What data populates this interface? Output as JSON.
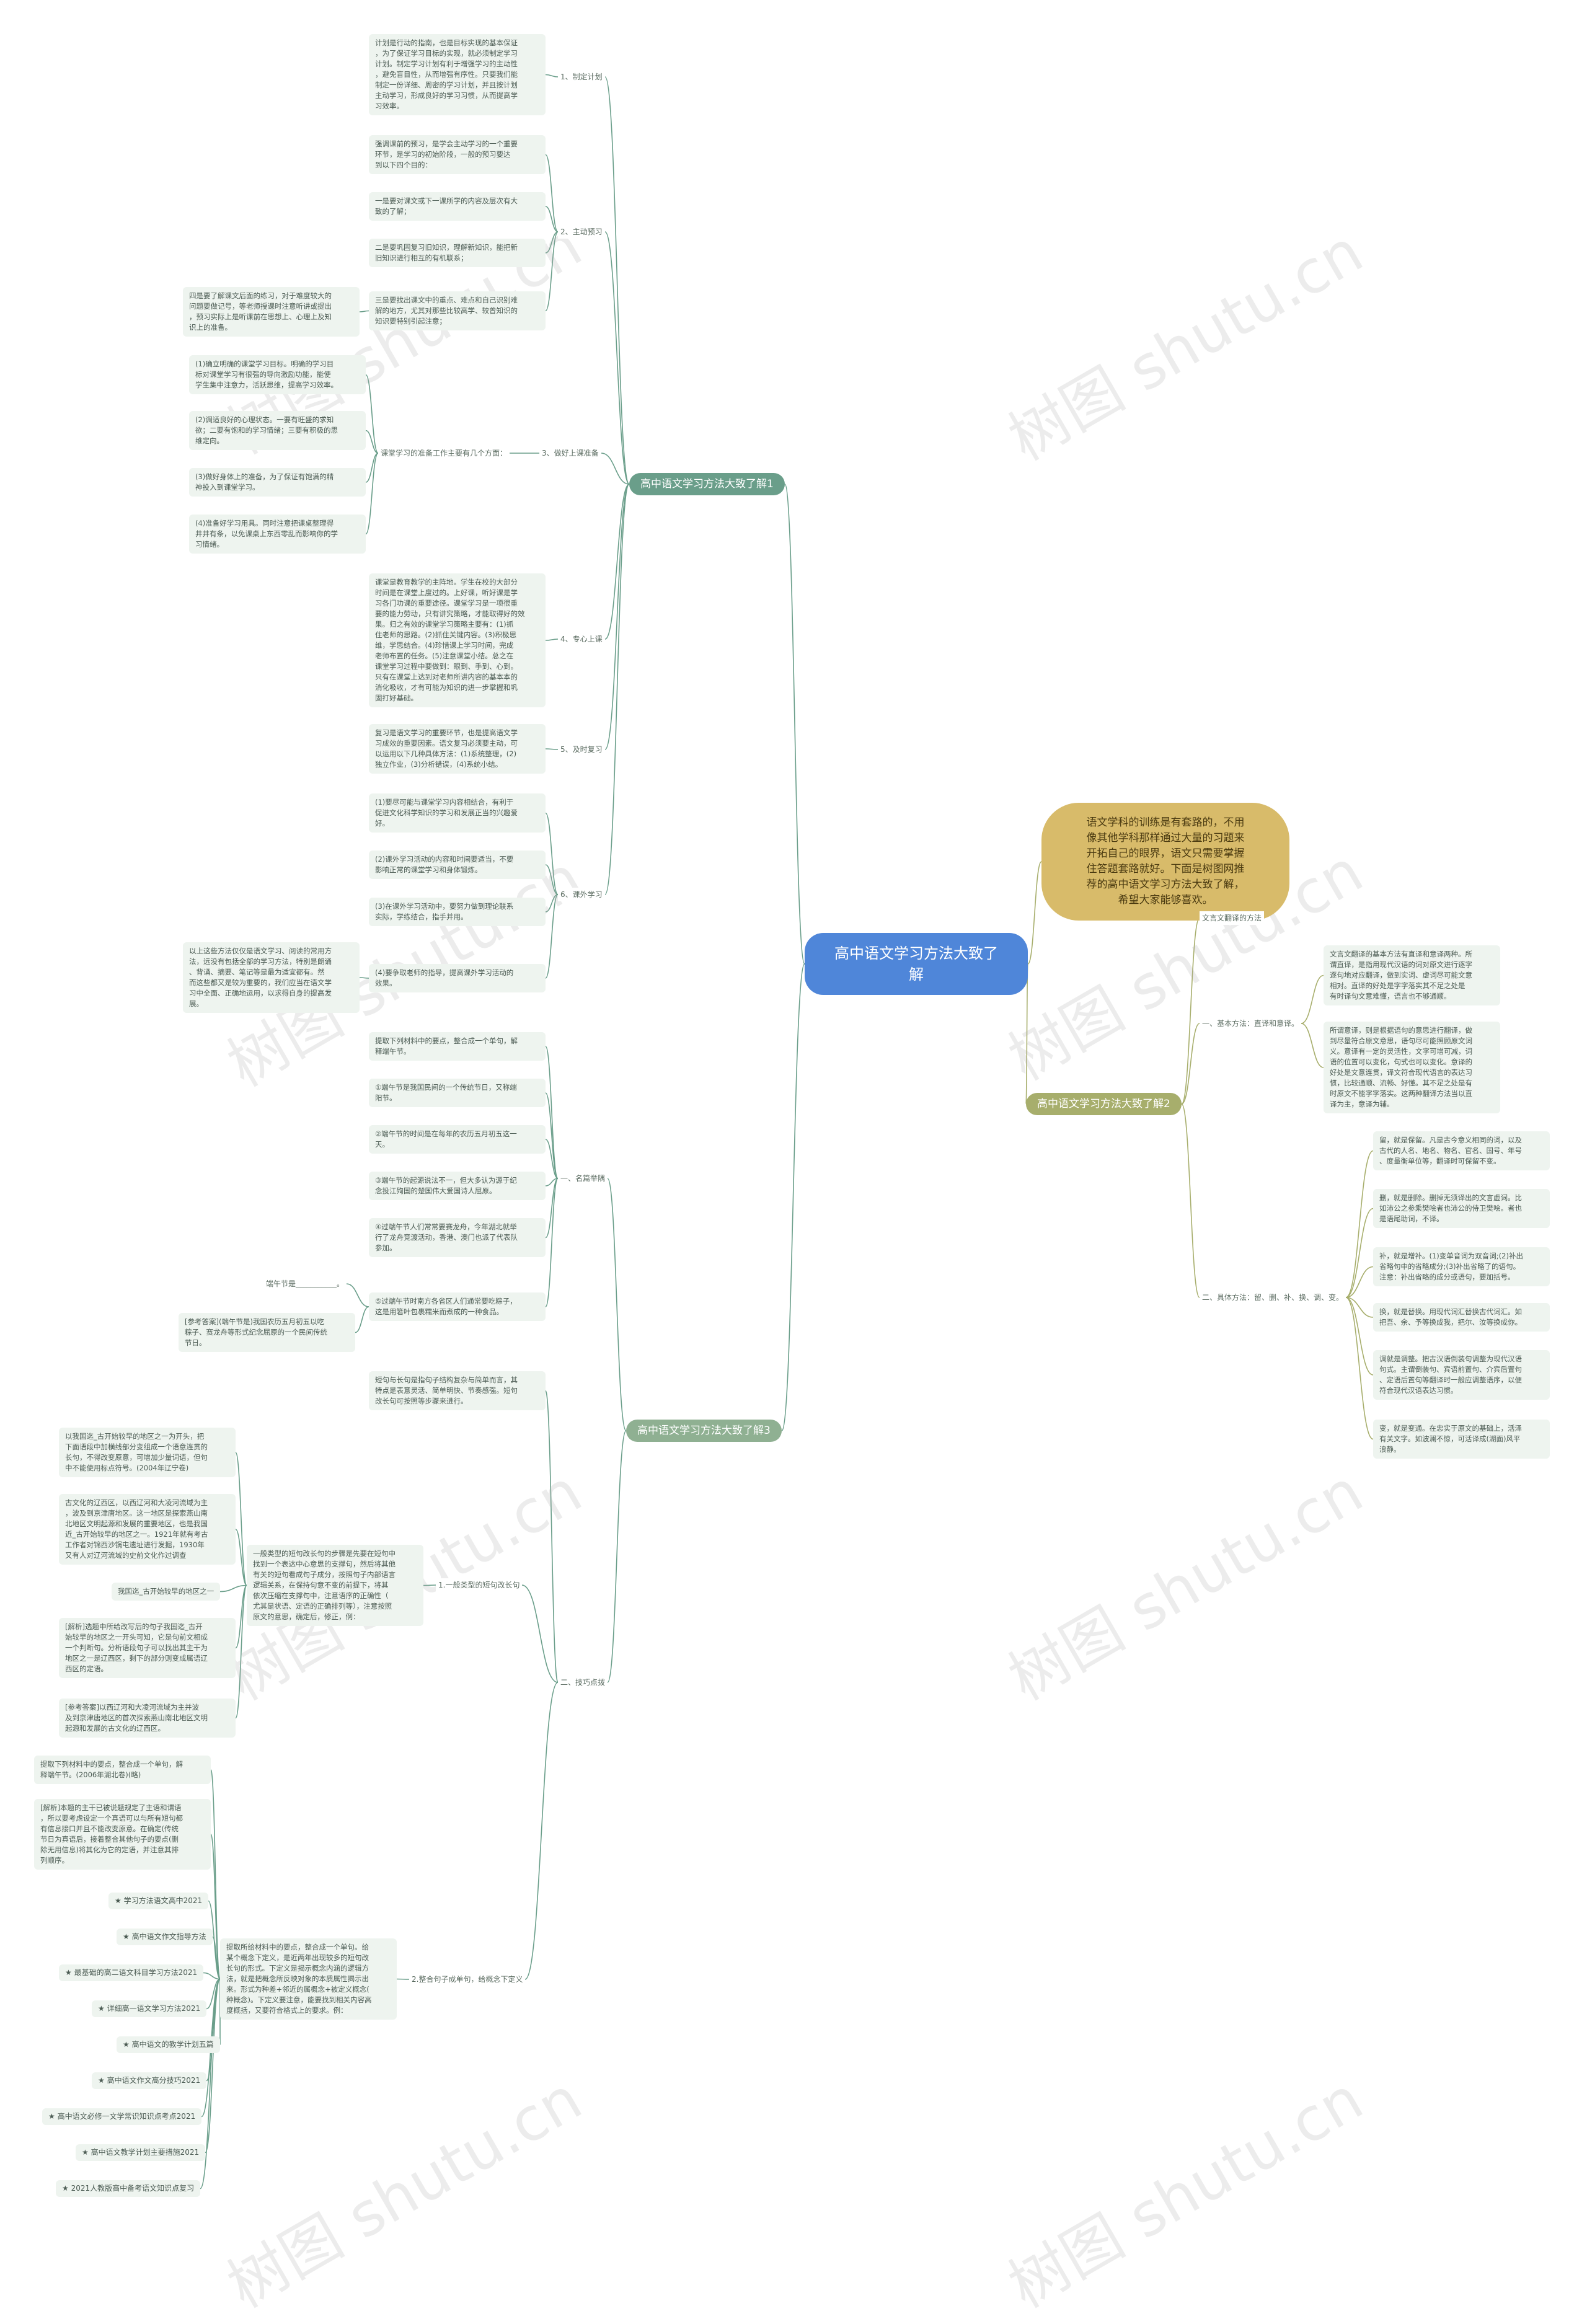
{
  "root": "高中语文学习方法大致了\n解",
  "intro": "语文学科的训练是有套路的，不用\n像其他学科那样通过大量的习题来\n开拓自己的眼界，语文只需要掌握\n住答题套路就好。下面是树图网推\n荐的高中语文学习方法大致了解，\n希望大家能够喜欢。",
  "b1": {
    "label": "高中语文学习方法大致了解1",
    "s1": {
      "label": "1、制定计划",
      "text": "计划是行动的指南，也是目标实现的基本保证\n，为了保证学习目标的实现，就必须制定学习\n计划。制定学习计划有利于增强学习的主动性\n，避免盲目性，从而增强有序性。只要我们能\n制定一份详细、周密的学习计划，并且按计划\n主动学习，形成良好的学习习惯，从而提高学\n习效率。"
    },
    "s2": {
      "label": "2、主动预习",
      "items": [
        "强调课前的预习，是学会主动学习的一个重要\n环节，是学习的初始阶段，一般的预习要达\n到以下四个目的：",
        "一是要对课文或下一课所学的内容及层次有大\n致的了解；",
        "二是要巩固复习旧知识，理解新知识，能把新\n旧知识进行相互的有机联系；",
        "三是要找出课文中的重点、难点和自己识别难\n解的地方，尤其对那些比较高学、较曾知识的\n知识要特别引起注意；"
      ],
      "extra": "四是要了解课文后面的练习，对于难度较大的\n问题要做记号，等老师授课时注意听讲或提出\n，预习实际上是听课前在思想上、心理上及知\n识上的准备。"
    },
    "s3": {
      "label": "3、做好上课准备",
      "mid": "课堂学习的准备工作主要有几个方面：",
      "items": [
        "(1)确立明确的课堂学习目标。明确的学习目\n标对课堂学习有很强的导向激励功能，能使\n学生集中注意力，活跃思维，提高学习效率。",
        "(2)调适良好的心理状态。一要有旺盛的求知\n欲；二要有饱和的学习情绪；三要有积极的思\n维定向。",
        "(3)做好身体上的准备，为了保证有饱满的精\n神投入到课堂学习。",
        "(4)准备好学习用具。同时注意把课桌整理得\n井井有条，以免课桌上东西零乱而影响你的学\n习情绪。"
      ]
    },
    "s4": {
      "label": "4、专心上课",
      "text": "课堂是教育教学的主阵地。学生在校的大部分\n时间是在课堂上度过的。上好课，听好课是学\n习各门功课的重要途径。课堂学习是一项很重\n要的能力劳动，只有讲究策略，才能取得好的效\n果。归之有效的课堂学习策略主要有：(1)抓\n住老师的思路。(2)抓住关键内容。(3)积极思\n维，学思结合。(4)珍惜课上学习时间，完成\n老师布置的任务。(5)注意课堂小结。总之在\n课堂学习过程中要做到：眼到、手到、心到。\n只有在课堂上达到对老师所讲内容的基本本的\n消化吸收，才有可能为知识的进一步掌握和巩\n固打好基础。"
    },
    "s5": {
      "label": "5、及时复习",
      "text": "复习是语文学习的重要环节，也是提高语文学\n习成效的重要因素。语文复习必须要主动，可\n以运用以下几种具体方法：(1)系统整理，(2)\n独立作业，(3)分析错误，(4)系统小结。"
    },
    "s6": {
      "label": "6、课外学习",
      "items": [
        "(1)要尽可能与课堂学习内容相结合，有利于\n促进文化科学知识的学习和发展正当的兴趣爱\n好。",
        "(2)课外学习活动的内容和时间要适当，不要\n影响正常的课堂学习和身体锻炼。",
        "(3)在课外学习活动中，要努力做到理论联系\n实际，学练结合，指手并用。",
        "(4)要争取老师的指导，提高课外学习活动的\n效果。"
      ],
      "extra": "以上这些方法仅仅是语文学习、阅读的常用方\n法，远没有包括全部的学习方法，特别是朗诵\n、背诵、摘要、笔记等是最为适宜都有。然\n而这些都又是较为重要的，我们应当在语文学\n习中全面、正确地运用，以求得自身的提高发\n展。"
    }
  },
  "b2": {
    "label": "高中语文学习方法大致了解2",
    "top": "文言文翻译的方法",
    "g1": {
      "label": "一、基本方法：直译和意译。",
      "items": [
        "文言文翻译的基本方法有直译和意译两种。所\n谓直译，是指用现代汉语的词对原文进行逐字\n逐句地对应翻译，做到实词、虚词尽可能文意\n相对。直译的好处是字字落实其不足之处是\n有时译句文意难懂，语言也不够通顺。",
        "所谓意译，则是根据语句的意思进行翻译，做\n到尽量符合原文意思，语句尽可能照顾原文词\n义。意译有一定的灵活性，文字可增可减，词\n语的位置可以变化，句式也可以变化。意译的\n好处是文意连贯，译文符合现代语言的表达习\n惯，比较通顺、流畅、好懂。其不足之处是有\n时原文不能字字落实。这两种翻译方法当以直\n译为主，意译为辅。"
      ]
    },
    "g2": {
      "label": "二、具体方法：留、删、补、换、调、变。",
      "items": [
        "留，就是保留。凡是古今意义相同的词，以及\n古代的人名、地名、物名、官名、国号、年号\n、度量衡单位等，翻译时可保留不变。",
        "删，就是删除。删掉无须译出的文言虚词。比\n如沛公之参乘樊哙者也沛公的侍卫樊哙。者也\n是语尾助词，不译。",
        "补，就是增补。(1)变单音词为双音词;(2)补出\n省略句中的省略成分;(3)补出省略了的语句。\n注意：补出省略的成分或语句，要加括号。",
        "换，就是替换。用现代词汇替换古代词汇。如\n把吾、余、予等换成我，把尔、汝等换成你。",
        "调就是调整。把古汉语倒装句调整为现代汉语\n句式。主谓倒装句、宾语前置句、介宾后置句\n、定语后置句等翻译时一般应调整语序，以便\n符合现代汉语表达习惯。",
        "变，就是变通。在忠实于原文的基础上，活泽\n有关文字。如波澜不惊，可活译成(湖面)风平\n浪静。"
      ]
    }
  },
  "b3": {
    "label": "高中语文学习方法大致了解3",
    "g1": {
      "label": "一、名篇举隅",
      "items": [
        "提取下列材料中的要点，整合成一个单句，解\n释端午节。",
        "①端午节是我国民间的一个传统节日，又称端\n阳节。",
        "②端午节的时间是在每年的农历五月初五这一\n天。",
        "③端午节的起源说法不一，但大多认为源于纪\n念投江殉国的楚国伟大爱国诗人屈原。",
        "④过端午节人们常常要赛龙舟，今年湖北就举\n行了龙舟竞渡活动，香港、澳门也派了代表队\n参加。",
        "⑤过端午节时南方各省区人们通常要吃粽子，\n这是用箬叶包裹糯米而煮成的一种食品。"
      ],
      "fill": "端午节是___________。",
      "answer": "[参考答案](端午节是)我国农历五月初五以吃\n粽子、赛龙舟等形式纪念屈原的一个民间传统\n节日。"
    },
    "g2": {
      "label": "二、技巧点拨",
      "s1": {
        "label": "1.一般类型的短句改长句",
        "intro": "短句与长句是指句子结构复杂与简单而言，其\n特点是表意灵活、简单明快、节奏感强。短句\n改长句可按照等步骤来进行。",
        "mid": "一般类型的短句改长句的步骤是先要在短句中\n找到一个表达中心意思的支撑句，然后将其他\n有关的短句看成句子成分，按照句子内部语言\n逻辑关系，在保持句意不变的前提下，将其\n依次压缩在支撑句中，注意语序的正确性（\n尤其是状语、定语的正确排列等），注意按照\n原文的意思，确定后，修正，例：",
        "items": [
          "以我国迄_古开始较早的地区之一为开头，把\n下面语段中加横线部分变组成一个语意连贯的\n长句，不得改变原意，可增加少量词语，但句\n中不能使用标点符号。(2004年辽宁卷)",
          "古文化的辽西区，以西辽河和大凌河流域为主\n，波及到京津唐地区。这一地区是探索燕山南\n北地区文明起源和发展的重要地区，也是我国\n近_古开始较早的地区之一。1921年就有考古\n工作者对锦西沙锅屯遗址进行发掘，1930年\n又有人对辽河流域的史前文化作过调查",
          "我国迄_古开始较早的地区之一",
          "[解析]选题中所给改写后的句子我国迄_古开\n始较早的地区之一开头可知，它是句前文相成\n一个判断句。分析语段句子可以找出其主干为\n地区之一是辽西区，剩下的部分则变成属语辽\n西区的定语。",
          "[参考答案]以西辽河和大凌河流域为主并波\n及到京津唐地区的首次探索燕山南北地区文明\n起源和发展的古文化的辽西区。"
        ]
      },
      "s2": {
        "label": "2.整合句子成单句，给概念下定义",
        "mid": "提取所给材料中的要点，整合成一个单句。给\n某个概念下定义，是近两年出现较多的短句改\n长句的形式。下定义是揭示概念内涵的逻辑方\n法，就是把概念所反映对象的本质属性揭示出\n来。形式为种差+邻近的属概念+被定义概念(\n种概念)。下定义要注意，能要找到相关内容高\n度概括，又要符合格式上的要求。例：",
        "items": [
          "提取下列材料中的要点，整合成一个单句，解\n释端午节。(2006年湖北卷)(略)",
          "[解析]本题的主干已被说题规定了主语和谓语\n，所以要考虑设定一个真语可以与所有短句都\n有信息接口并且不能改变原意。在确定(传统\n节日为真语后，接着整合其他句子的要点(删\n除无用信息)将其化为它的定语，并注意其排\n列顺序。"
        ]
      }
    },
    "stars": [
      "★ 学习方法语文高中2021",
      "★ 高中语文作文指导方法",
      "★ 最基础的高二语文科目学习方法2021",
      "★ 详细高一语文学习方法2021",
      "★ 高中语文的教学计划五篇",
      "★ 高中语文作文高分技巧2021",
      "★ 高中语文必修一文学常识知识点考点2021",
      "★ 高中语文教学计划主要措施2021",
      "★ 2021人教版高中备考语文知识点复习"
    ]
  },
  "watermark": "树图 shutu.cn",
  "colors": {
    "link_left": "#6a9e8a",
    "link_right": "#a7ae6c",
    "root": "#4f86d9",
    "intro": "#d8bb6a"
  }
}
